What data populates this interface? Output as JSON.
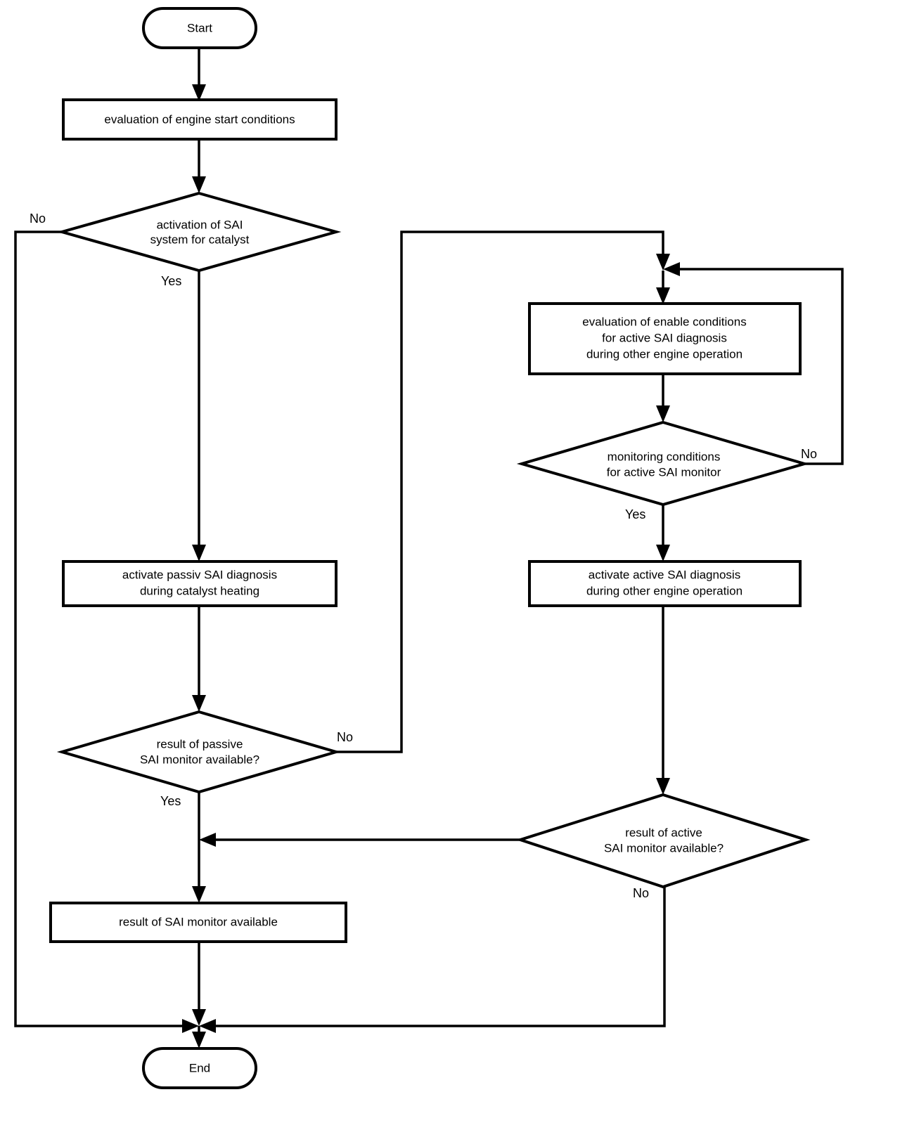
{
  "diagram": {
    "title": "SAI monitor diagnosis flowchart",
    "type": "flowchart",
    "background_color": "#ffffff",
    "line_color": "#000000",
    "fill_color": "#ffffff"
  },
  "nodes": {
    "start": {
      "label": "Start",
      "shape": "terminator"
    },
    "eval_start_conditions": {
      "label": "evaluation of engine start conditions",
      "shape": "process"
    },
    "activation_decision": {
      "shape": "decision",
      "line1": "activation of SAI",
      "line2": "system for catalyst"
    },
    "eval_enable_conditions": {
      "shape": "process",
      "line1": "evaluation of enable conditions",
      "line2": "for active SAI diagnosis",
      "line3": "during other engine operation"
    },
    "monitoring_conditions": {
      "shape": "decision",
      "line1": "monitoring conditions",
      "line2": "for active SAI monitor"
    },
    "activate_passive": {
      "shape": "process",
      "line1": "activate passiv SAI diagnosis",
      "line2": "during catalyst heating"
    },
    "activate_active": {
      "shape": "process",
      "line1": "activate active SAI diagnosis",
      "line2": "during other engine operation"
    },
    "result_passive_decision": {
      "shape": "decision",
      "line1": "result of passive",
      "line2": "SAI monitor available?"
    },
    "result_active_decision": {
      "shape": "decision",
      "line1": "result of active",
      "line2": "SAI monitor available?"
    },
    "result_available": {
      "label": "result of SAI monitor available",
      "shape": "process"
    },
    "end": {
      "label": "End",
      "shape": "terminator"
    }
  },
  "branch_labels": {
    "activation_no": "No",
    "activation_yes": "Yes",
    "monitoring_no": "No",
    "monitoring_yes": "Yes",
    "result_passive_no": "No",
    "result_passive_yes": "Yes",
    "result_active_no": "No"
  }
}
